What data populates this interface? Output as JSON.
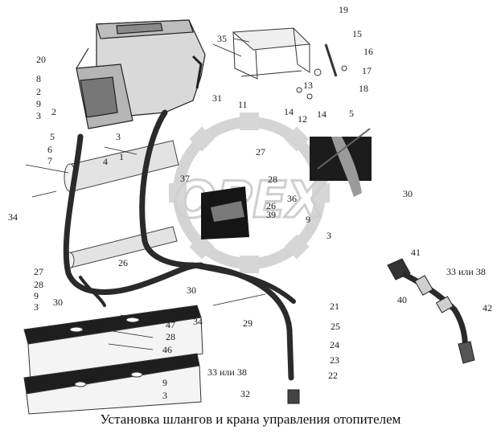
{
  "caption": "Установка шлангов и крана управления отопителем",
  "watermark": "OPEX",
  "callouts": [
    "19",
    "35",
    "15",
    "16",
    "17",
    "18",
    "13",
    "20",
    "8",
    "2",
    "9",
    "3",
    "2",
    "31",
    "11",
    "14",
    "14",
    "12",
    "5",
    "5",
    "6",
    "7",
    "3",
    "1",
    "4",
    "27",
    "37",
    "28",
    "36",
    "30",
    "34",
    "26",
    "39",
    "9",
    "3",
    "41",
    "33 или 38",
    "40",
    "42",
    "26",
    "27",
    "28",
    "9",
    "3",
    "30",
    "30",
    "34",
    "29",
    "21",
    "47",
    "28",
    "46",
    "25",
    "24",
    "23",
    "22",
    "33 или 38",
    "32",
    "9",
    "3"
  ],
  "colors": {
    "line": "#1a1a1a",
    "pipe": "#2b2b2b",
    "gear": "#d0d0d0",
    "tank": "#cfcfcf"
  }
}
